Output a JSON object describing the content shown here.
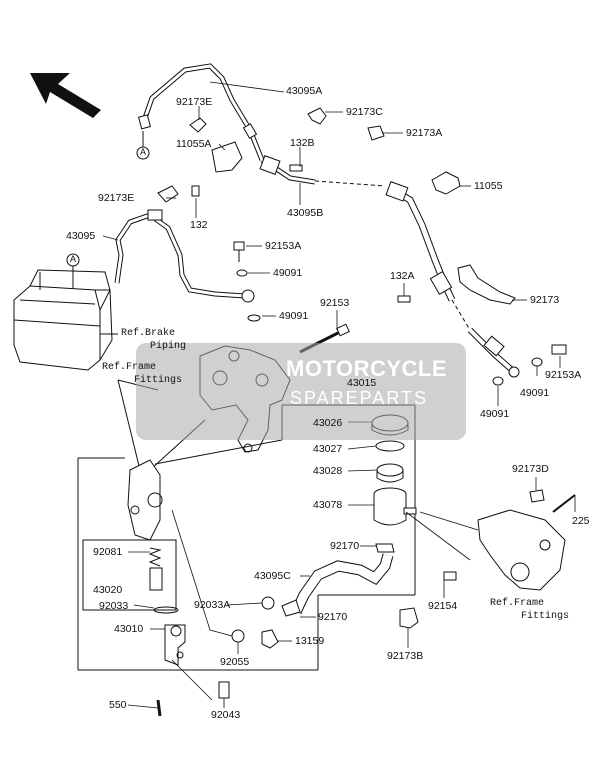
{
  "watermark": {
    "main": "MOTORCYCLE",
    "sub": "SPAREPARTS"
  },
  "callout_a": "A",
  "labels": {
    "p43095A": "43095A",
    "p92173E_top": "92173E",
    "p92173C": "92173C",
    "p92173A": "92173A",
    "p132B": "132B",
    "p11055A": "11055A",
    "p11055": "11055",
    "p92173E_mid": "92173E",
    "p43095B": "43095B",
    "p132": "132",
    "p43095": "43095",
    "p92153A_top": "92153A",
    "p49091_top": "49091",
    "p132A": "132A",
    "p92173": "92173",
    "p92153": "92153",
    "p49091_mid": "49091",
    "ref_brake_1": "Ref.Brake",
    "ref_brake_2": "Piping",
    "ref_frame_left_1": "Ref.Frame",
    "ref_frame_left_2": "Fittings",
    "p43015": "43015",
    "p92153A_right": "92153A",
    "p49091_right": "49091",
    "p49091_bottom": "49091",
    "p43026": "43026",
    "p43027": "43027",
    "p43028": "43028",
    "p43078": "43078",
    "p92081": "92081",
    "p43020": "43020",
    "p92033": "92033",
    "p43010": "43010",
    "p92033A": "92033A",
    "p92055": "92055",
    "p92170_left": "92170",
    "p43095C": "43095C",
    "p92170_right": "92170",
    "p13159": "13159",
    "p92154": "92154",
    "p92173B": "92173B",
    "p92173D": "92173D",
    "p225": "225",
    "ref_frame_right_1": "Ref.Frame",
    "ref_frame_right_2": "Fittings",
    "p550": "550",
    "p92043": "92043"
  }
}
